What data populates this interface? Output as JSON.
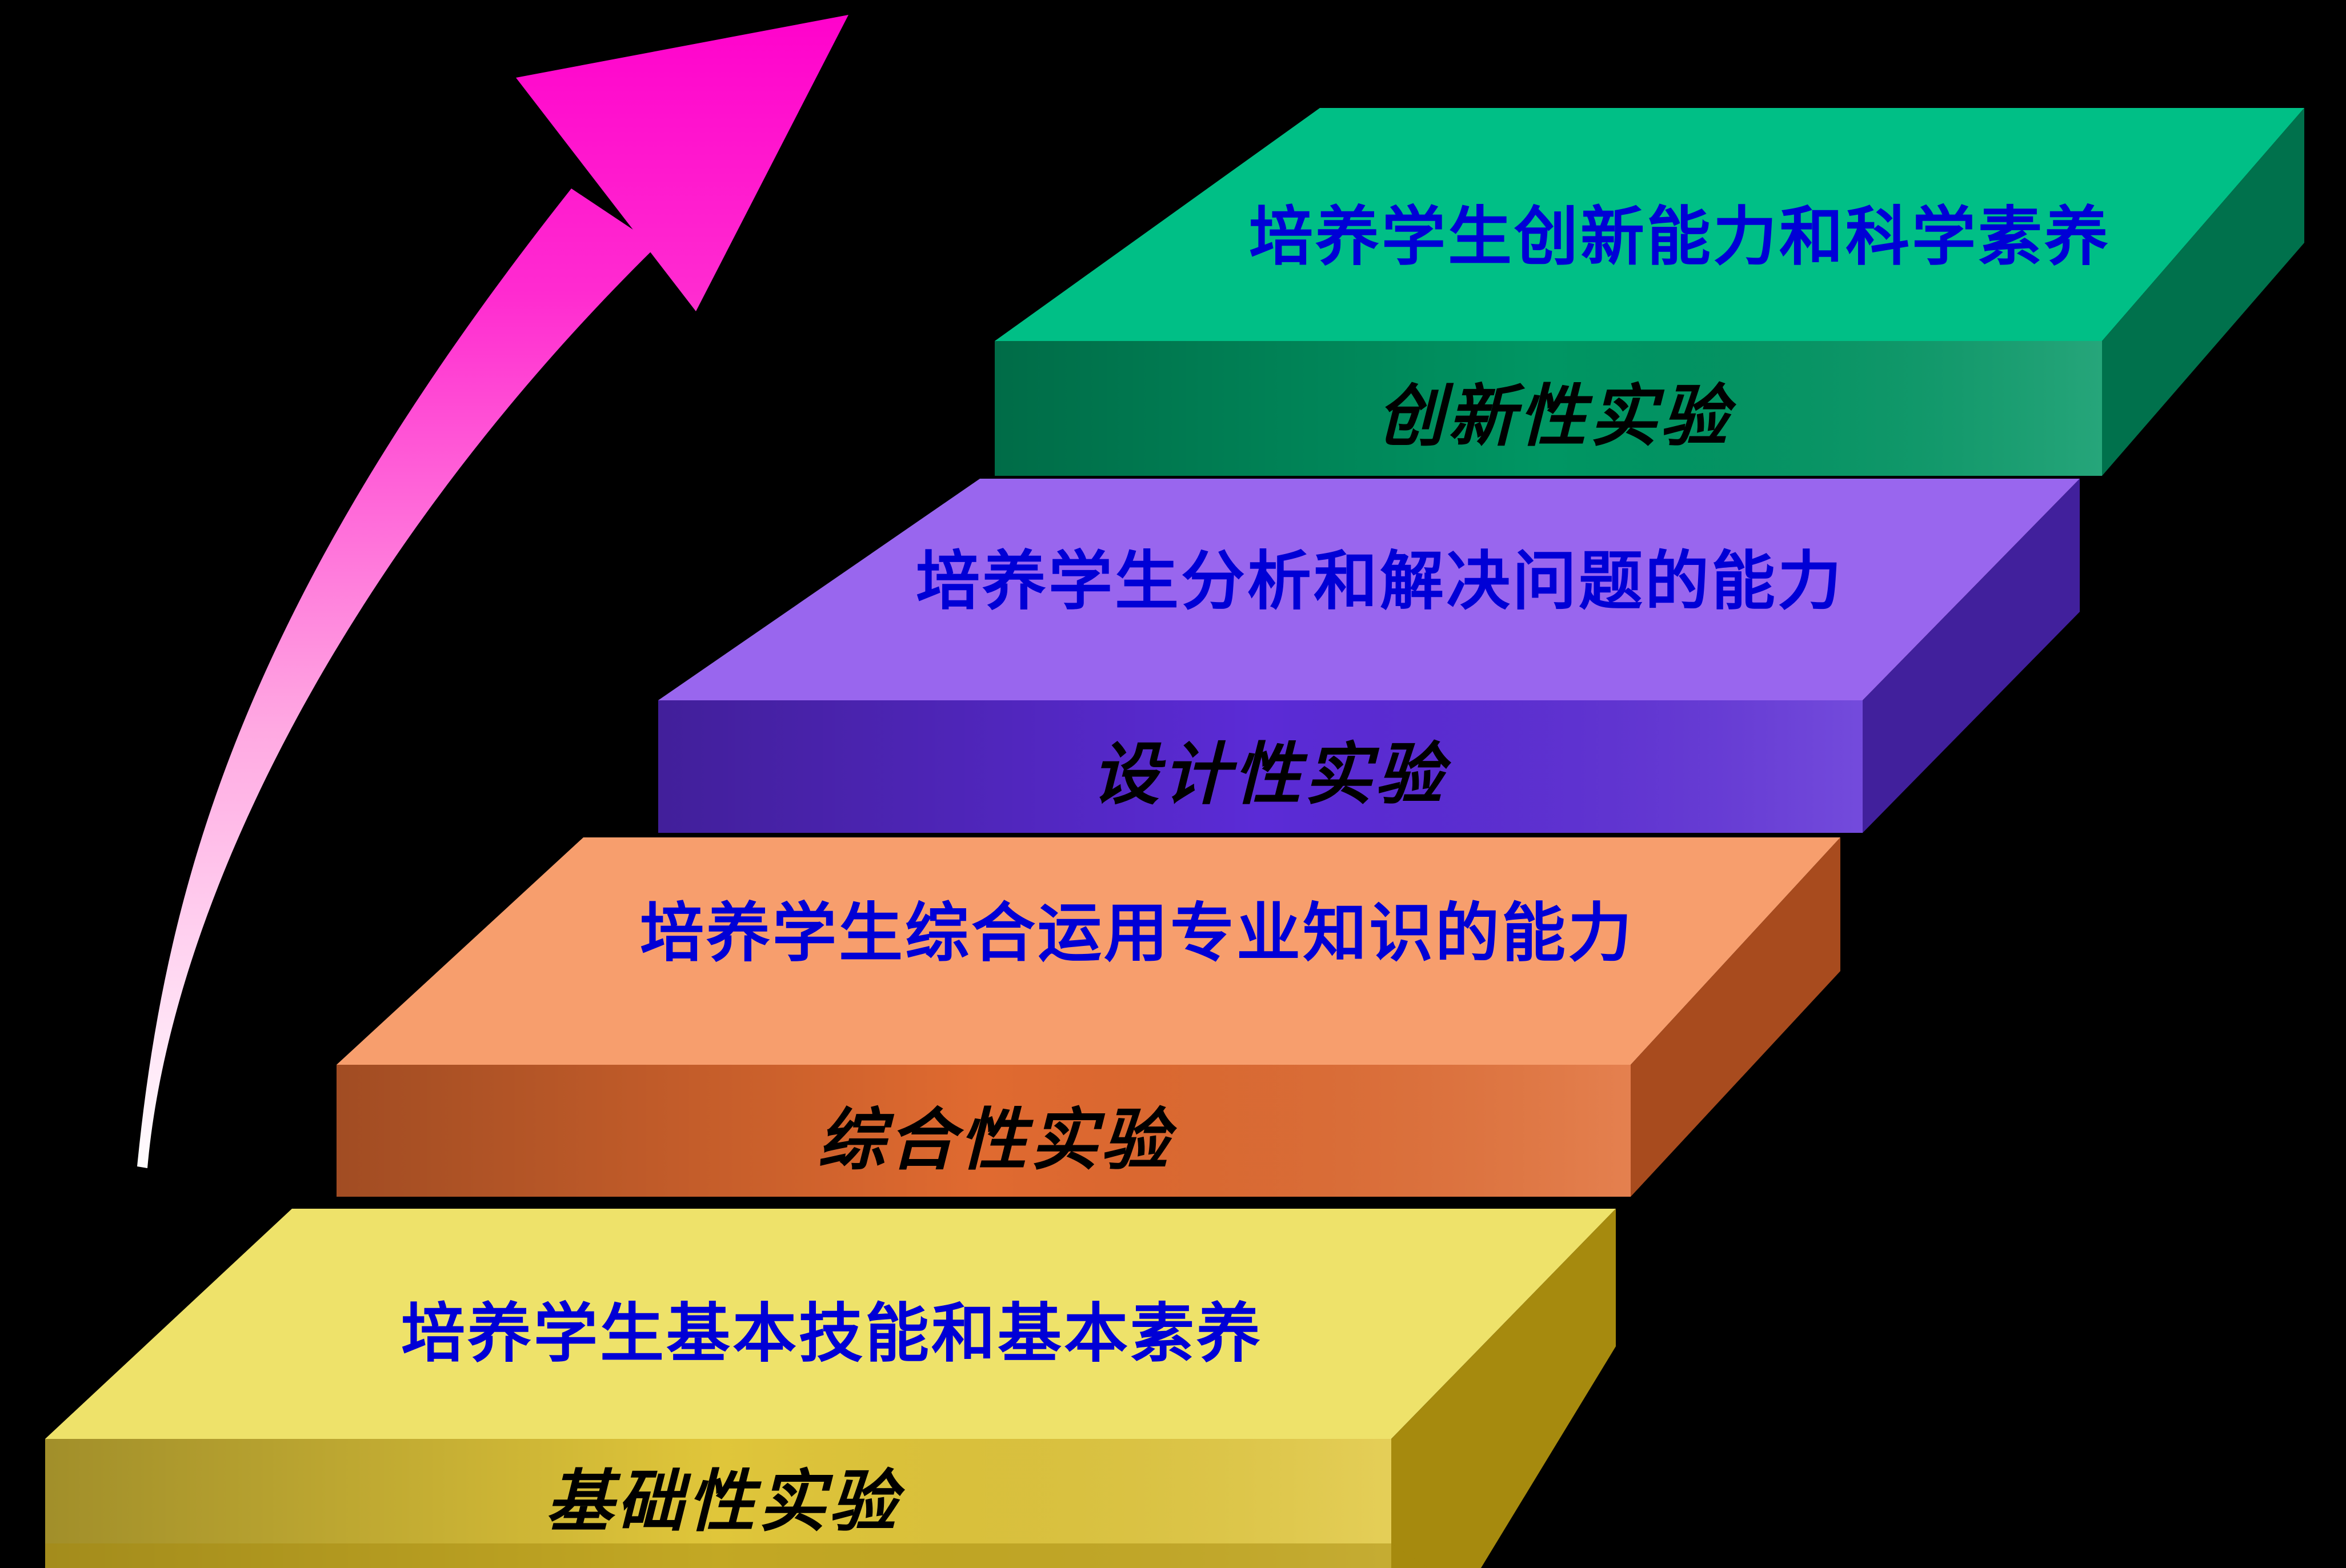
{
  "background_color": "#000000",
  "arrow": {
    "name": "curved-upward-arrow",
    "color_start": "#FFFFFF",
    "color_end": "#FF00CC"
  },
  "label_colors": {
    "top_label": "#0000D6",
    "front_label": "#000000"
  },
  "steps": [
    {
      "id": "basic",
      "top_label": "培养学生基本技能和基本素养",
      "front_label": "基础性实验",
      "colors": {
        "top": "#EEE26A",
        "front": "#E0C63A",
        "side": "#A68A0E"
      }
    },
    {
      "id": "comprehensive",
      "top_label": "培养学生综合运用专业知识的能力",
      "front_label": "综合性实验",
      "colors": {
        "top": "#F79E6D",
        "front": "#E06A30",
        "side": "#A84B1E"
      }
    },
    {
      "id": "design",
      "top_label": "培养学生分析和解决问题的能力",
      "front_label": "设计性实验",
      "colors": {
        "top": "#9966EE",
        "front": "#5B2BD6",
        "side": "#41209C"
      }
    },
    {
      "id": "innovative",
      "top_label": "培养学生创新能力和科学素养",
      "front_label": "创新性实验",
      "colors": {
        "top": "#00BF86",
        "front": "#009663",
        "side": "#00714C"
      }
    }
  ]
}
